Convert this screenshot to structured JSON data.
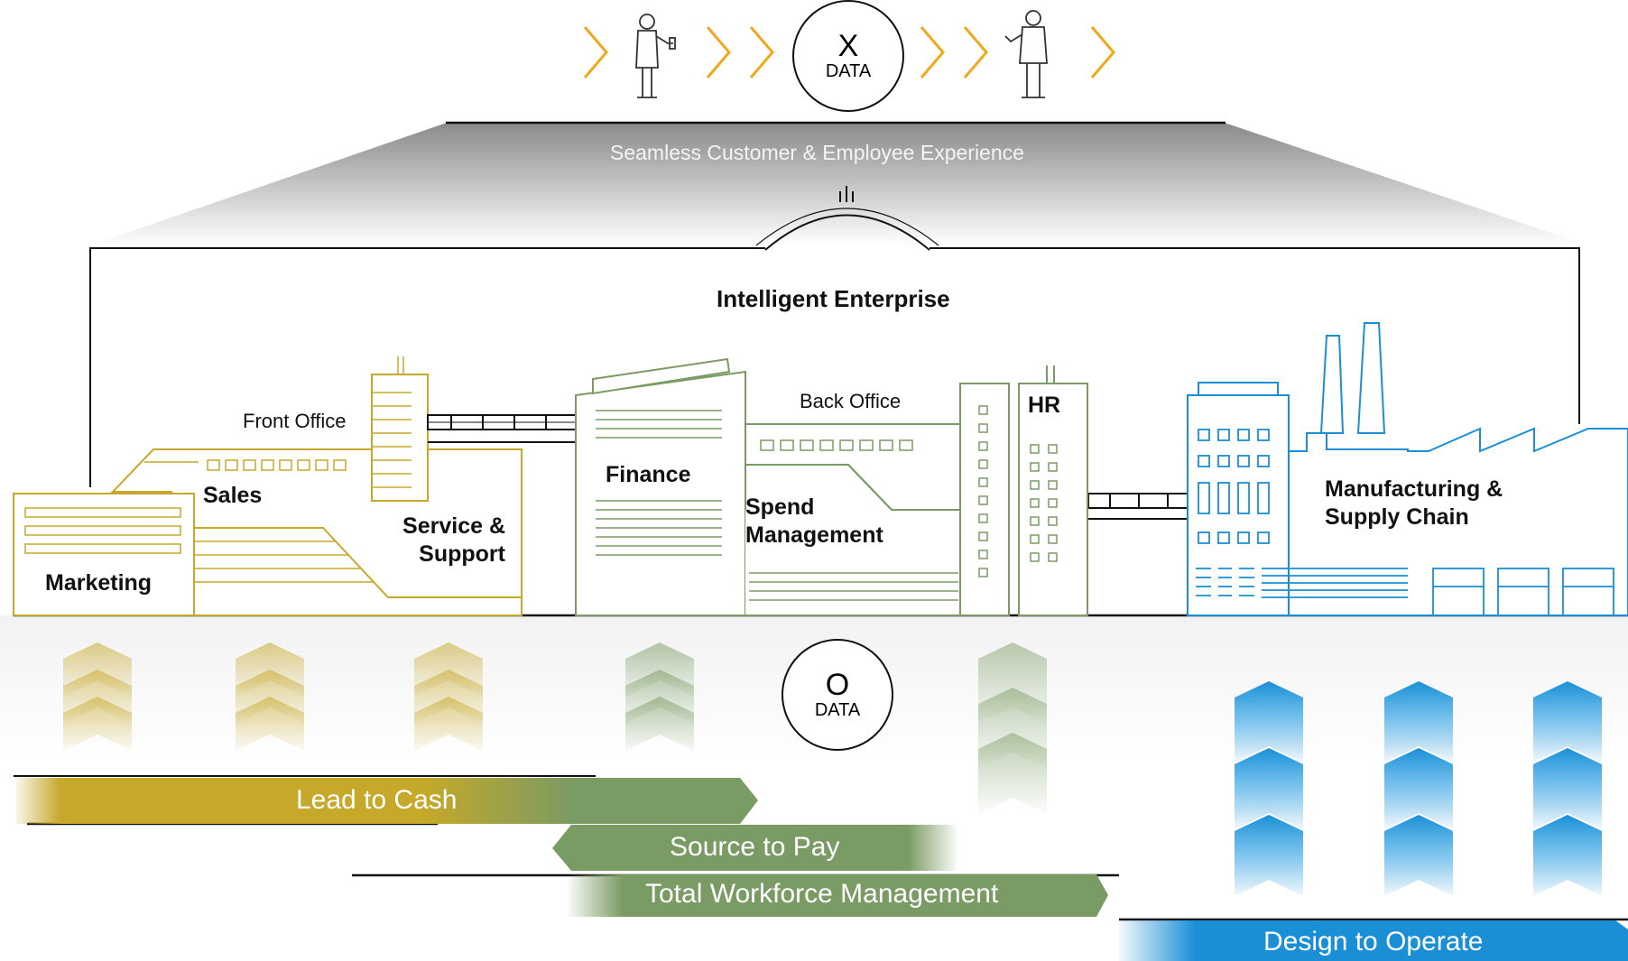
{
  "x_data": {
    "letter": "X",
    "label": "DATA"
  },
  "o_data": {
    "letter": "O",
    "label": "DATA"
  },
  "experience_label": "Seamless Customer & Employee Experience",
  "enterprise_title": "Intelligent Enterprise",
  "areas": {
    "front_office": "Front Office",
    "back_office": "Back Office",
    "marketing": "Marketing",
    "sales": "Sales",
    "service_line1": "Service &",
    "service_line2": "Support",
    "finance": "Finance",
    "spend_line1": "Spend",
    "spend_line2": "Management",
    "hr": "HR",
    "mfg_line1": "Manufacturing &",
    "mfg_line2": "Supply Chain"
  },
  "processes": [
    {
      "label": "Lead to Cash"
    },
    {
      "label": "Source to Pay"
    },
    {
      "label": "Total Workforce Management"
    },
    {
      "label": "Design to Operate"
    }
  ],
  "colors": {
    "gold": "#c6a82a",
    "green": "#7a9b63",
    "blue": "#1a8fd6",
    "orange": "#f0a81c"
  }
}
